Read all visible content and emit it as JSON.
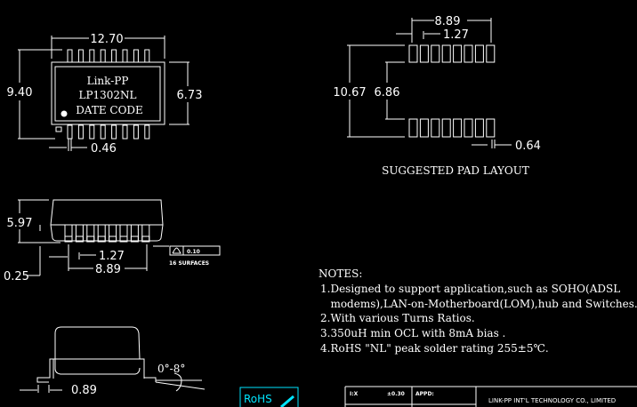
{
  "top_view": {
    "width_dim": "12.70",
    "height_dim": "9.40",
    "body_dim": "6.73",
    "pin_dim": "0.46",
    "brand": "Link-PP",
    "part": "LP1302NL",
    "date_code": "DATE CODE"
  },
  "side_view": {
    "height_dim": "5.97",
    "standoff_dim": "0.25",
    "pitch_dim": "1.27",
    "span_dim": "8.89",
    "flatness": "0.10",
    "surfaces": "16 SURFACES"
  },
  "pad_layout": {
    "span_dim": "8.89",
    "pitch_dim": "1.27",
    "outer_dim": "10.67",
    "inner_dim": "6.86",
    "pad_width_dim": "0.64",
    "caption": "SUGGESTED PAD LAYOUT"
  },
  "end_view": {
    "angle": "0°-8°",
    "foot_dim": "0.89"
  },
  "notes": {
    "title": "NOTES:",
    "items": [
      "1.Designed to support application,such as SOHO(ADSL",
      "   modems),LAN-on-Motherboard(LOM),hub and Switches.",
      "2.With various Turns Ratios.",
      "3.350uH min OCL with 8mA bias .",
      "4.RoHS \"NL\" peak solder rating 255±5℃."
    ]
  },
  "rohs": {
    "label": "RoHS",
    "color": "#00e5ff"
  },
  "title_block": {
    "scale": "I:X",
    "tolerance": "±0.30",
    "approved": "APPD:",
    "company": "LINK-PP INT'L TECHNOLOGY CO., LIMITED"
  }
}
